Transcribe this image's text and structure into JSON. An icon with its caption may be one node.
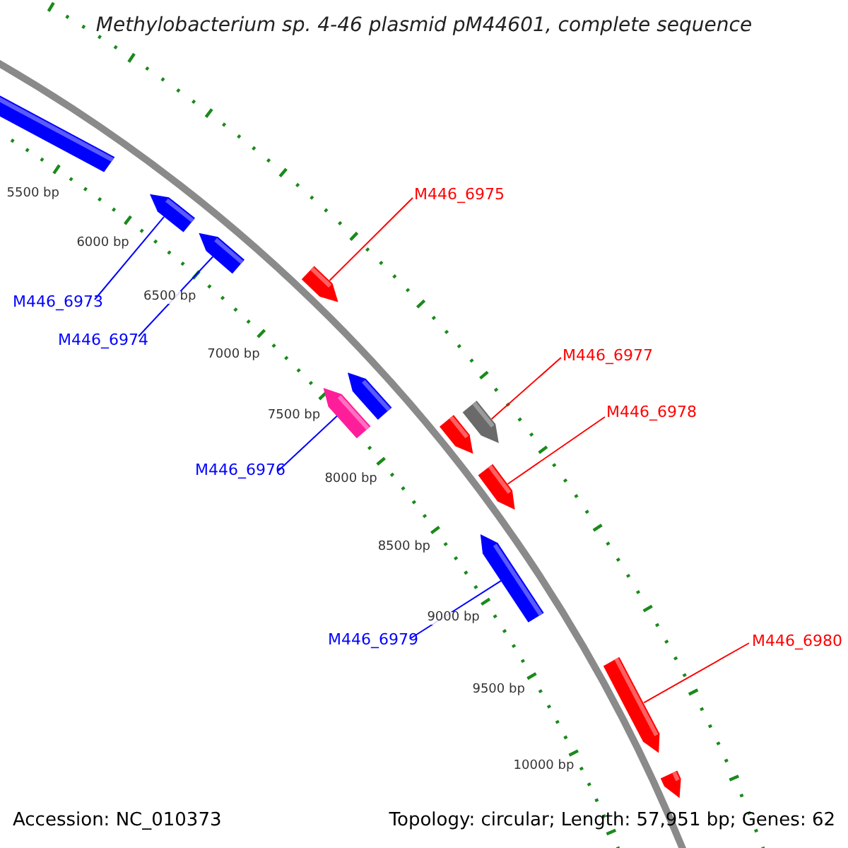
{
  "diagram": {
    "title": "Methylobacterium sp. 4-46 plasmid pM44601, complete sequence",
    "nodes": [
      {
        "text": [
          "M446_6975"
        ]
      },
      {
        "text": [
          "M446_6973"
        ]
      },
      {
        "text": [
          "M446_6974"
        ]
      },
      {
        "text": [
          "M446_6977"
        ]
      },
      {
        "text": [
          "M446_6978"
        ]
      },
      {
        "text": [
          "M446_6976"
        ]
      },
      {
        "text": [
          "M446_6979"
        ]
      },
      {
        "text": [
          "M446_6980"
        ]
      },
      {
        "text": [],
        "shape": "arrow"
      },
      {
        "text": [],
        "shape": "arrow"
      },
      {
        "text": [],
        "shape": "arrow"
      },
      {
        "text": [],
        "shape": "arrow"
      },
      {
        "text": [],
        "shape": "arrow"
      },
      {
        "text": [],
        "shape": "arrow"
      },
      {
        "text": [],
        "shape": "arrow"
      },
      {
        "text": [],
        "shape": "arrow"
      },
      {
        "text": [],
        "shape": "arrow"
      },
      {
        "text": [],
        "shape": "arrow"
      },
      {
        "text": [],
        "shape": "arrow"
      },
      {
        "text": [],
        "shape": "arrow"
      }
    ],
    "edges": [
      {
        "from": 0,
        "to": 10,
        "arrow": "none"
      },
      {
        "from": 1,
        "to": 8,
        "arrow": "none",
        "color": "#0000ff"
      },
      {
        "from": 2,
        "to": 9,
        "arrow": "none",
        "color": "#0000ff"
      },
      {
        "from": 3,
        "to": 12,
        "arrow": "none"
      },
      {
        "from": 4,
        "to": 13,
        "arrow": "none"
      },
      {
        "from": 5,
        "to": 11,
        "arrow": "none",
        "color": "#0000ff"
      },
      {
        "from": 6,
        "to": 14,
        "arrow": "none",
        "color": "#0000ff"
      },
      {
        "from": 7,
        "to": 15,
        "arrow": "none"
      }
    ],
    "labels": [
      "5500 bp",
      "6000 bp",
      "6500 bp",
      "7000 bp",
      "7500 bp",
      "8000 bp",
      "8500 bp",
      "9000 bp",
      "9500 bp",
      "10000 bp",
      "Accession: NC_010373",
      "Topology: circular; Length: 57,951 bp; Genes: 62"
    ]
  }
}
